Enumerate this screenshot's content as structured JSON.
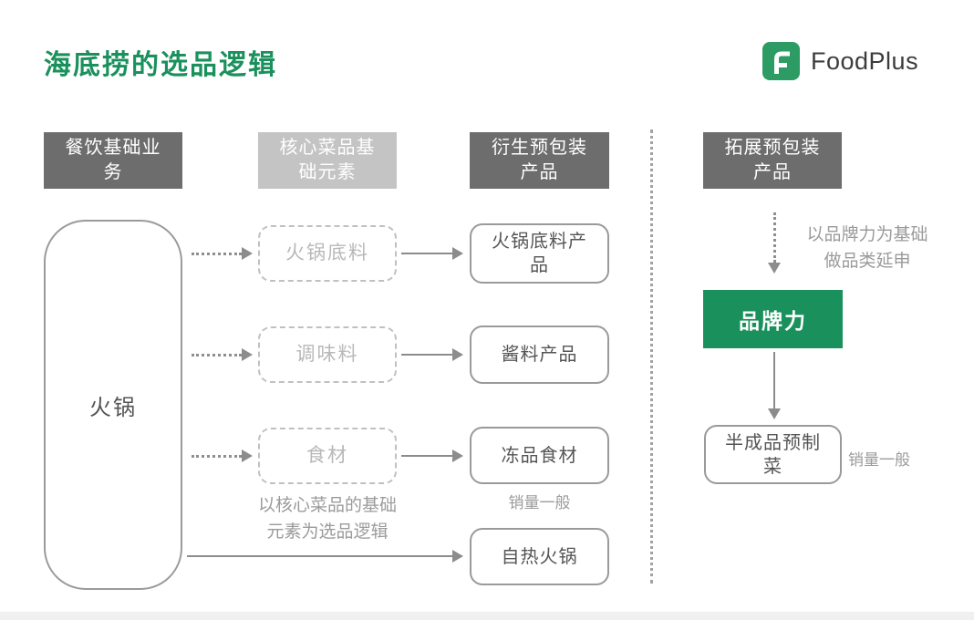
{
  "title": "海底捞的选品逻辑",
  "brand": {
    "name": "FoodPlus",
    "logo_letter": "F"
  },
  "colors": {
    "accent_green": "#1a915c",
    "logo_green": "#2d9c64",
    "header_dark_gray": "#6d6d6d",
    "header_light_gray": "#c4c4c4",
    "box_border_gray": "#9a9a9a",
    "muted_text_gray": "#9b9b9b"
  },
  "columns": [
    {
      "label": "餐饮基础业\n务",
      "variant": "dark"
    },
    {
      "label": "核心菜品基\n础元素",
      "variant": "light"
    },
    {
      "label": "衍生预包装\n产品",
      "variant": "dark"
    },
    {
      "label": "拓展预包装\n产品",
      "variant": "dark"
    }
  ],
  "core_business": {
    "label": "火锅"
  },
  "elements": [
    {
      "label": "火锅底料"
    },
    {
      "label": "调味料"
    },
    {
      "label": "食材"
    }
  ],
  "elements_note": "以核心菜品的基础\n元素为选品逻辑",
  "derived_products": [
    {
      "label": "火锅底料产\n品"
    },
    {
      "label": "酱料产品"
    },
    {
      "label": "冻品食材",
      "note": "销量一般"
    },
    {
      "label": "自热火锅"
    }
  ],
  "expansion": {
    "note": "以品牌力为基础\n做品类延申",
    "brand_power": {
      "label": "品牌力"
    },
    "product": {
      "label": "半成品预制\n菜",
      "note": "销量一般"
    }
  }
}
